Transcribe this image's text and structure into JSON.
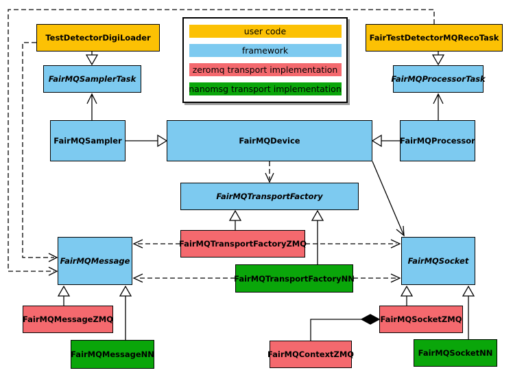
{
  "palette": {
    "user_code": "#FCC104",
    "framework": "#7DCAF0",
    "zeromq": "#F4696E",
    "nanomsg": "#0AA60A",
    "border": "#000000",
    "background": "#FFFFFF"
  },
  "legend": {
    "items": [
      {
        "label": "user code",
        "role": "user_code"
      },
      {
        "label": "framework",
        "role": "framework"
      },
      {
        "label": "zeromq transport implementation",
        "role": "zeromq"
      },
      {
        "label": "nanomsg transport implementation",
        "role": "nanomsg"
      }
    ]
  },
  "nodes": {
    "test_detector_digi_loader": {
      "label": "TestDetectorDigiLoader",
      "role": "user_code",
      "abstract": false
    },
    "fair_test_detector_mq_reco_task": {
      "label": "FairTestDetectorMQRecoTask",
      "role": "user_code",
      "abstract": false
    },
    "fairmq_sampler_task": {
      "label": "FairMQSamplerTask",
      "role": "framework",
      "abstract": true
    },
    "fairmq_processor_task": {
      "label": "FairMQProcessorTask",
      "role": "framework",
      "abstract": true
    },
    "fairmq_sampler": {
      "label": "FairMQSampler",
      "role": "framework",
      "abstract": false
    },
    "fairmq_device": {
      "label": "FairMQDevice",
      "role": "framework",
      "abstract": false
    },
    "fairmq_processor": {
      "label": "FairMQProcessor",
      "role": "framework",
      "abstract": false
    },
    "fairmq_transport_factory": {
      "label": "FairMQTransportFactory",
      "role": "framework",
      "abstract": true
    },
    "fairmq_transport_factory_zmq": {
      "label": "FairMQTransportFactoryZMQ",
      "role": "zeromq",
      "abstract": false
    },
    "fairmq_transport_factory_nn": {
      "label": "FairMQTransportFactoryNN",
      "role": "nanomsg",
      "abstract": false
    },
    "fairmq_message": {
      "label": "FairMQMessage",
      "role": "framework",
      "abstract": true
    },
    "fairmq_socket": {
      "label": "FairMQSocket",
      "role": "framework",
      "abstract": true
    },
    "fairmq_message_zmq": {
      "label": "FairMQMessageZMQ",
      "role": "zeromq",
      "abstract": false
    },
    "fairmq_message_nn": {
      "label": "FairMQMessageNN",
      "role": "nanomsg",
      "abstract": false
    },
    "fairmq_context_zmq": {
      "label": "FairMQContextZMQ",
      "role": "zeromq",
      "abstract": false
    },
    "fairmq_socket_zmq": {
      "label": "FairMQSocketZMQ",
      "role": "zeromq",
      "abstract": false
    },
    "fairmq_socket_nn": {
      "label": "FairMQSocketNN",
      "role": "nanomsg",
      "abstract": false
    }
  },
  "edges": [
    {
      "from": "TestDetectorDigiLoader",
      "to": "FairMQSamplerTask",
      "type": "inheritance"
    },
    {
      "from": "FairTestDetectorMQRecoTask",
      "to": "FairMQProcessorTask",
      "type": "inheritance"
    },
    {
      "from": "FairMQSampler",
      "to": "FairMQSamplerTask",
      "type": "association-arrow"
    },
    {
      "from": "FairMQProcessor",
      "to": "FairMQProcessorTask",
      "type": "association-arrow"
    },
    {
      "from": "FairMQSampler",
      "to": "FairMQDevice",
      "type": "inheritance"
    },
    {
      "from": "FairMQProcessor",
      "to": "FairMQDevice",
      "type": "inheritance"
    },
    {
      "from": "FairMQDevice",
      "to": "FairMQTransportFactory",
      "type": "dashed-dependency"
    },
    {
      "from": "FairMQDevice",
      "to": "FairMQSocket",
      "type": "association-arrow"
    },
    {
      "from": "FairMQTransportFactoryZMQ",
      "to": "FairMQTransportFactory",
      "type": "inheritance"
    },
    {
      "from": "FairMQTransportFactoryNN",
      "to": "FairMQTransportFactory",
      "type": "inheritance"
    },
    {
      "from": "FairMQTransportFactoryZMQ",
      "to": "FairMQMessage",
      "type": "dashed-dependency"
    },
    {
      "from": "FairMQTransportFactoryZMQ",
      "to": "FairMQSocket",
      "type": "dashed-dependency"
    },
    {
      "from": "FairMQTransportFactoryNN",
      "to": "FairMQMessage",
      "type": "dashed-dependency"
    },
    {
      "from": "FairMQTransportFactoryNN",
      "to": "FairMQSocket",
      "type": "dashed-dependency"
    },
    {
      "from": "FairTestDetectorMQRecoTask",
      "to": "FairMQMessage",
      "type": "dashed-dependency"
    },
    {
      "from": "TestDetectorDigiLoader",
      "to": "FairMQMessage",
      "type": "dashed-dependency"
    },
    {
      "from": "FairMQMessageZMQ",
      "to": "FairMQMessage",
      "type": "inheritance"
    },
    {
      "from": "FairMQMessageNN",
      "to": "FairMQMessage",
      "type": "inheritance"
    },
    {
      "from": "FairMQSocketZMQ",
      "to": "FairMQSocket",
      "type": "inheritance"
    },
    {
      "from": "FairMQSocketNN",
      "to": "FairMQSocket",
      "type": "inheritance"
    },
    {
      "from": "FairMQContextZMQ",
      "to": "FairMQSocketZMQ",
      "type": "composition"
    }
  ]
}
